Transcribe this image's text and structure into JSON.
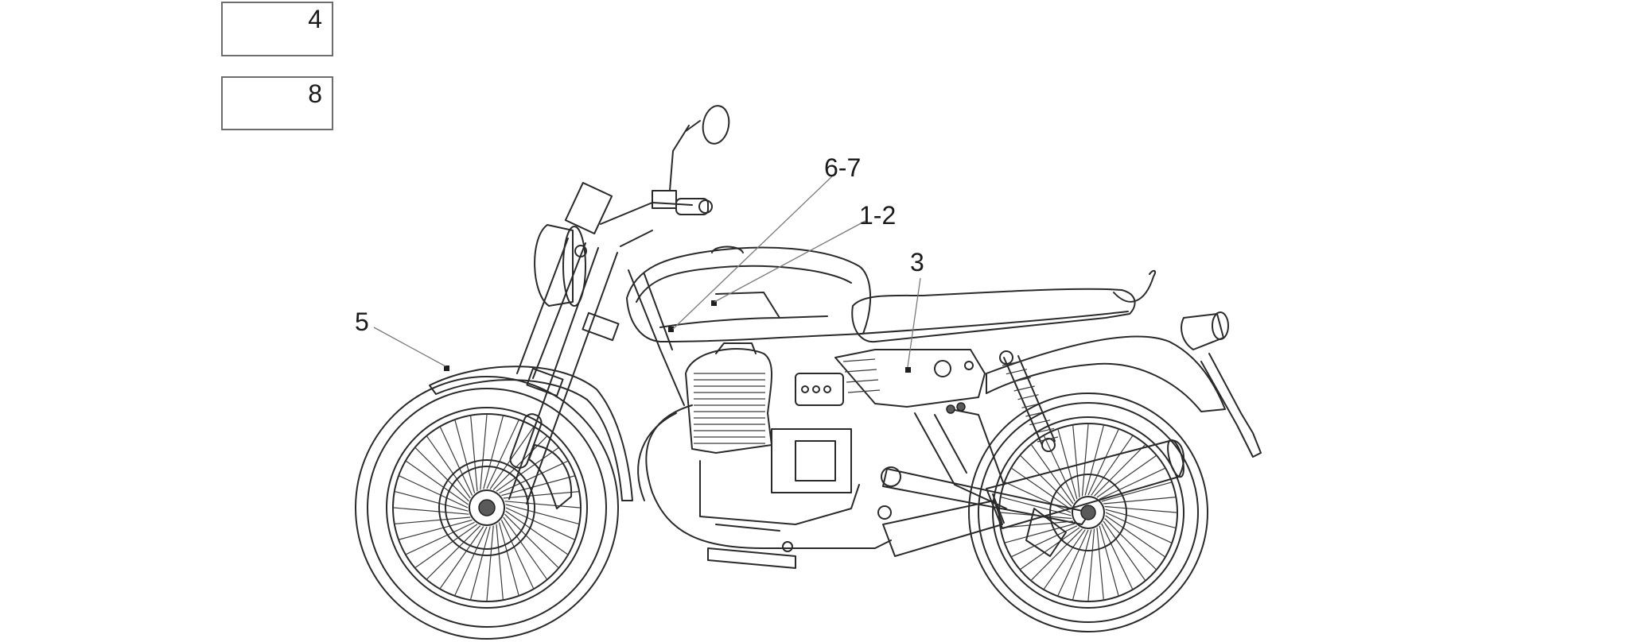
{
  "reference_boxes": [
    {
      "label": "4"
    },
    {
      "label": "8"
    }
  ],
  "callouts": {
    "c67": "6-7",
    "c12": "1-2",
    "c3": "3",
    "c5": "5"
  }
}
